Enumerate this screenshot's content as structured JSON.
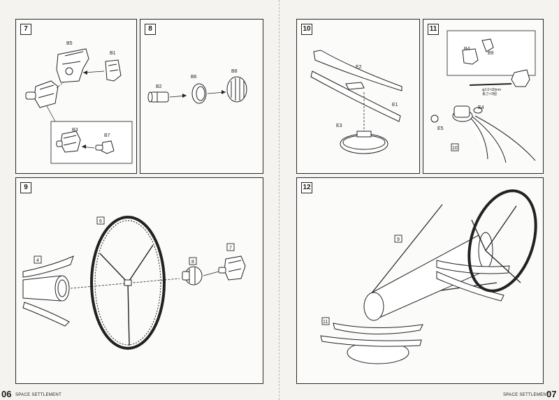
{
  "pages": {
    "left": {
      "number": "06",
      "title": "SPACE SETTLEMENT"
    },
    "right": {
      "number": "07",
      "title": "SPACE SETTLEMENT"
    }
  },
  "steps": {
    "s7": {
      "number": "7",
      "parts": [
        "B5",
        "B1",
        "B3",
        "B7"
      ]
    },
    "s8": {
      "number": "8",
      "parts": [
        "B2",
        "B6",
        "B8"
      ]
    },
    "s9": {
      "number": "9",
      "refs": [
        "4",
        "6",
        "8",
        "7"
      ]
    },
    "s10": {
      "number": "10",
      "parts": [
        "E2",
        "E1",
        "E3"
      ]
    },
    "s11": {
      "number": "11",
      "parts": [
        "B4",
        "B9",
        "E4",
        "E5"
      ],
      "refs": [
        "10"
      ],
      "note_line1": "φ2.0×30mm",
      "note_line2": "長さ×3個"
    },
    "s12": {
      "number": "12",
      "refs": [
        "9",
        "11"
      ]
    }
  }
}
